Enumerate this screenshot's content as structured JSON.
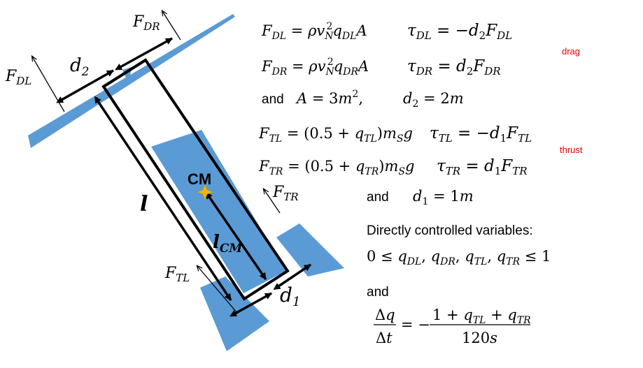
{
  "diagram": {
    "labels": {
      "F_DR": [
        "F",
        "DR"
      ],
      "F_DL": [
        "F",
        "DL"
      ],
      "d2": [
        "d",
        "2"
      ],
      "l": "l",
      "CM": "CM",
      "l_CM": [
        "l",
        "CM"
      ],
      "F_TR": [
        "F",
        "TR"
      ],
      "F_TL": [
        "F",
        "TL"
      ],
      "d1": [
        "d",
        "1"
      ]
    },
    "colors": {
      "blue": "#5B9BD5",
      "black": "#000000",
      "red": "#E00000",
      "cm_marker": "#F2B600"
    }
  },
  "equations": {
    "drag_label": "drag",
    "thrust_label": "thrust",
    "and_1": "and",
    "and_2": "and",
    "and_3": "and",
    "controlled": "Directly controlled variables:",
    "A_value": "A = 3m",
    "A_exp": "2",
    "A_comma": ",",
    "d2_value": " = 2m",
    "d1_value": " = 1m"
  }
}
